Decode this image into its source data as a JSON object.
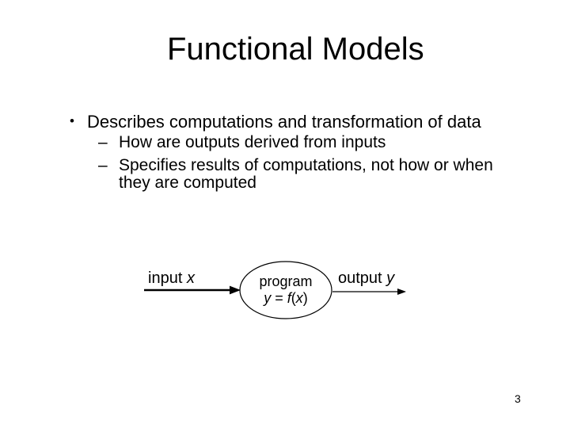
{
  "slide": {
    "title": "Functional Models",
    "page_number": "3"
  },
  "bullets": {
    "main": {
      "glyph": "•",
      "text": "Describes computations and transformation of data"
    },
    "sub1": {
      "glyph": "–",
      "text": "How are outputs derived from inputs"
    },
    "sub2": {
      "glyph": "–",
      "line1": "Specifies results of computations, not how or when",
      "line2": "they are computed"
    }
  },
  "diagram": {
    "ink": "#000000",
    "input_label": "input ",
    "input_var": "x",
    "output_label": "output ",
    "output_var": "y",
    "node_name": "program",
    "formula": {
      "y": "y",
      "eq": " = ",
      "f": "f",
      "lp": "(",
      "x": "x",
      "rp": ")"
    }
  }
}
